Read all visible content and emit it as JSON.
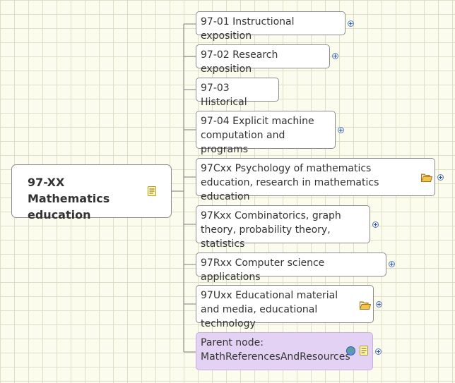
{
  "central": {
    "label": "97-XX Mathematics education",
    "icon": "note-icon"
  },
  "branches": [
    {
      "label": "97-01 Instructional exposition",
      "expandable": true
    },
    {
      "label": "97-02 Research exposition",
      "expandable": true
    },
    {
      "label": "97-03 Historical",
      "expandable": false
    },
    {
      "label": "97-04 Explicit machine computation and programs",
      "expandable": true
    },
    {
      "label": "97Cxx Psychology of mathematics education, research in mathematics education",
      "icon": "folder-icon",
      "expandable": true
    },
    {
      "label": "97Kxx Combinatorics, graph theory, probability theory, statistics",
      "expandable": true
    },
    {
      "label": "97Rxx Computer science applications",
      "expandable": true
    },
    {
      "label": "97Uxx Educational material and media, educational technology",
      "icon": "folder-icon",
      "expandable": true
    },
    {
      "label": "Parent node: MathReferencesAndResources",
      "icons": [
        "globe-icon",
        "note-icon"
      ],
      "expandable": true,
      "highlight_color": "#e4d2f4"
    }
  ],
  "colors": {
    "canvas": "#fbfbee",
    "grid": "#dedfc6",
    "node_border": "#8c8c8c",
    "connector": "#7f7f7f",
    "parent_node_fill": "#e4d2f4"
  }
}
